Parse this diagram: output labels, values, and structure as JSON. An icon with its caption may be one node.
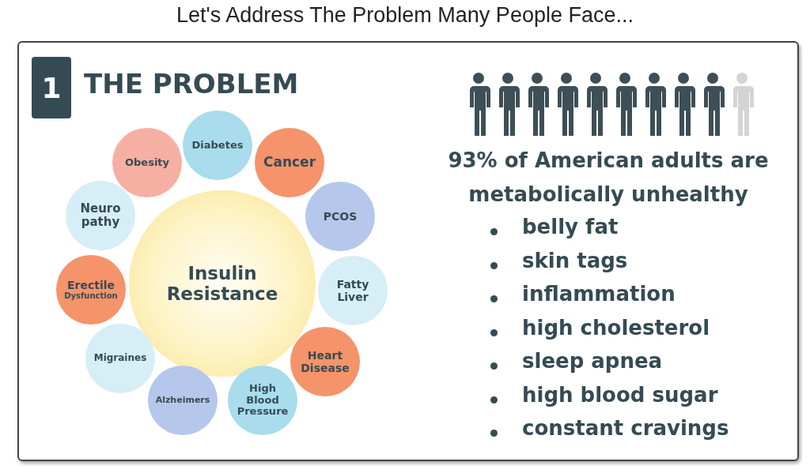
{
  "diagram": {
    "title": "Let's Address The Problem Many People Face...",
    "nodes": [
      {
        "text": [],
        "shape": "box"
      },
      {
        "text": [
          "1"
        ],
        "in": 0
      },
      {
        "text": [
          "Insulin Resistance"
        ],
        "in": 0
      },
      {
        "text": [
          "Diabetes"
        ],
        "in": 0
      },
      {
        "text": [
          "Cancer"
        ],
        "in": 0
      },
      {
        "text": [
          "PCOS"
        ],
        "in": 0
      },
      {
        "text": [
          "Fatty Liver"
        ],
        "in": 0
      },
      {
        "text": [
          "Heart Disease"
        ],
        "in": 0
      },
      {
        "text": [
          "High Blood Pressure"
        ],
        "in": 0
      },
      {
        "text": [
          "Alzheimers"
        ],
        "in": 0
      },
      {
        "text": [
          "Migraines"
        ],
        "in": 0
      },
      {
        "text": [
          "Erectile",
          "Dysfunction"
        ],
        "in": 0
      },
      {
        "text": [
          "Neuro pathy"
        ],
        "in": 0
      },
      {
        "text": [
          "Obesity"
        ],
        "in": 0
      }
    ],
    "edges": [],
    "labels": [
      "THE PROBLEM",
      "93% of American adults are metabolically unhealthy",
      "belly fat",
      "skin tags",
      "inflammation",
      "high cholesterol",
      "sleep apnea",
      "high blood sugar",
      "constant cravings"
    ]
  }
}
